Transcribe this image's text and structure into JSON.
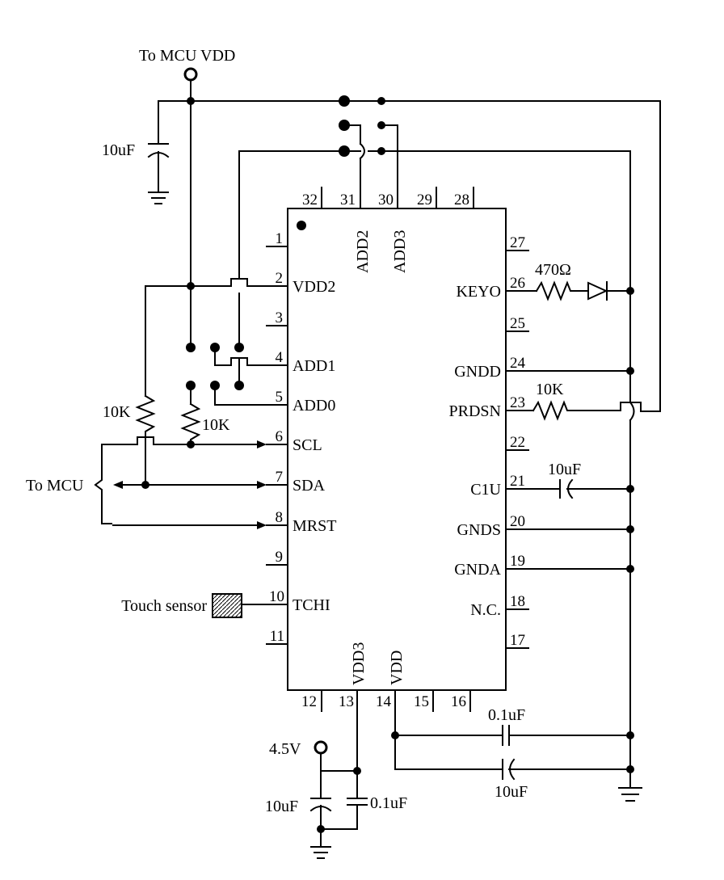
{
  "labels": {
    "to_mcu_vdd": "To MCU VDD",
    "to_mcu": "To MCU",
    "touch_sensor": "Touch sensor",
    "v45": "4.5V",
    "cap_10uf_top": "10uF",
    "cap_10uf_bottom": "10uF",
    "cap_01uf_bottom": "0.1uF",
    "cap_01uf_right": "0.1uF",
    "cap_10uf_right": "10uF",
    "cap_10uf_c1u": "10uF",
    "r_10k_left": "10K",
    "r_10k_mid": "10K",
    "r_10k_prdsn": "10K",
    "r_470": "470Ω"
  },
  "chip": {
    "left_pins": [
      {
        "num": "1",
        "name": ""
      },
      {
        "num": "2",
        "name": "VDD2"
      },
      {
        "num": "3",
        "name": ""
      },
      {
        "num": "4",
        "name": "ADD1"
      },
      {
        "num": "5",
        "name": "ADD0"
      },
      {
        "num": "6",
        "name": "SCL"
      },
      {
        "num": "7",
        "name": "SDA"
      },
      {
        "num": "8",
        "name": "MRST"
      },
      {
        "num": "9",
        "name": ""
      },
      {
        "num": "10",
        "name": "TCHI"
      },
      {
        "num": "11",
        "name": ""
      }
    ],
    "right_pins": [
      {
        "num": "27",
        "name": ""
      },
      {
        "num": "26",
        "name": "KEYO"
      },
      {
        "num": "25",
        "name": ""
      },
      {
        "num": "24",
        "name": "GNDD"
      },
      {
        "num": "23",
        "name": "PRDSN"
      },
      {
        "num": "22",
        "name": ""
      },
      {
        "num": "21",
        "name": "C1U"
      },
      {
        "num": "20",
        "name": "GNDS"
      },
      {
        "num": "19",
        "name": "GNDA"
      },
      {
        "num": "18",
        "name": "N.C."
      },
      {
        "num": "17",
        "name": ""
      }
    ],
    "top_pins": [
      {
        "num": "32",
        "name": ""
      },
      {
        "num": "31",
        "name": "ADD2"
      },
      {
        "num": "30",
        "name": "ADD3"
      },
      {
        "num": "29",
        "name": ""
      },
      {
        "num": "28",
        "name": ""
      }
    ],
    "bottom_pins": [
      {
        "num": "12",
        "name": ""
      },
      {
        "num": "13",
        "name": "VDD3"
      },
      {
        "num": "14",
        "name": "VDD"
      },
      {
        "num": "15",
        "name": ""
      },
      {
        "num": "16",
        "name": ""
      }
    ]
  }
}
